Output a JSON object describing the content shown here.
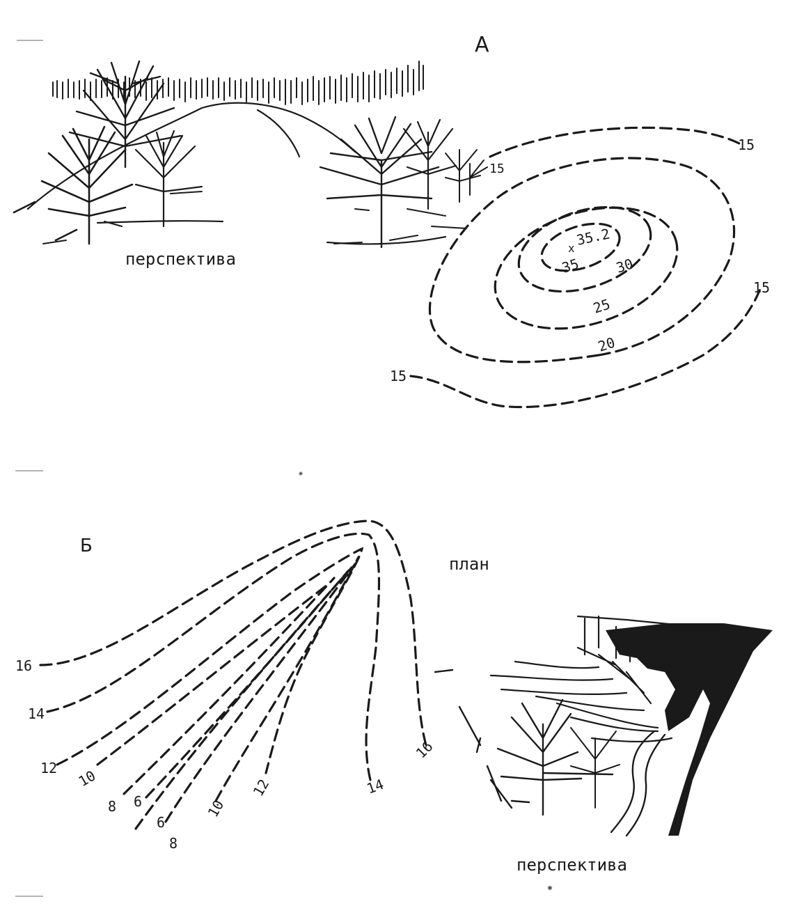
{
  "panel_a": {
    "letter": "А",
    "perspective_caption": "перспектива",
    "summit_mark": "x",
    "summit_elevation": "35.2",
    "contour_labels": [
      "15",
      "15",
      "15",
      "15",
      "20",
      "25",
      "30",
      "35"
    ]
  },
  "panel_b": {
    "letter": "Б",
    "plan_caption": "план",
    "perspective_caption": "перспектива",
    "contour_labels": [
      "16",
      "14",
      "12",
      "10",
      "8",
      "6",
      "6",
      "8",
      "10",
      "12",
      "14",
      "16"
    ]
  }
}
